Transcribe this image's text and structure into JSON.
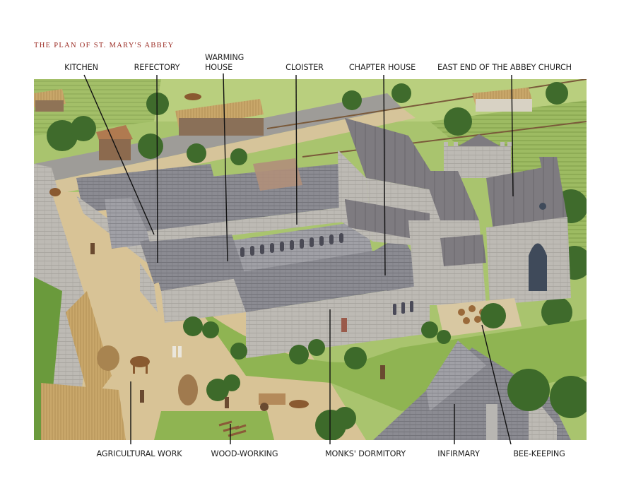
{
  "title": "THE PLAN OF ST. MARY'S ABBEY",
  "colors": {
    "title": "#9a2a22",
    "label_text": "#1e1e1e",
    "leader_line": "#111111",
    "roof_slate": "#8a8a90",
    "stone_wall": "#b9b6b0",
    "grass": "#8fb452",
    "path": "#d9c39a",
    "trees": "#3f6b2c"
  },
  "illustration": {
    "description": "Watercolor bird's-eye view of a medieval abbey with church, cloister, dormitory, outbuildings, fields and figures"
  },
  "labels_top": [
    {
      "id": "kitchen",
      "text": "KITCHEN"
    },
    {
      "id": "refectory",
      "text": "REFECTORY"
    },
    {
      "id": "warming-house",
      "line1": "WARMING",
      "line2": "HOUSE"
    },
    {
      "id": "cloister",
      "text": "CLOISTER"
    },
    {
      "id": "chapter-house",
      "text": "CHAPTER HOUSE"
    },
    {
      "id": "east-end",
      "text": "EAST END OF THE ABBEY CHURCH"
    }
  ],
  "labels_bottom": [
    {
      "id": "agricultural-work",
      "text": "AGRICULTURAL WORK"
    },
    {
      "id": "wood-working",
      "text": "WOOD-WORKING"
    },
    {
      "id": "monks-dormitory",
      "text": "MONKS' DORMITORY"
    },
    {
      "id": "infirmary",
      "text": "INFIRMARY"
    },
    {
      "id": "bee-keeping",
      "text": "BEE-KEEPING"
    }
  ]
}
